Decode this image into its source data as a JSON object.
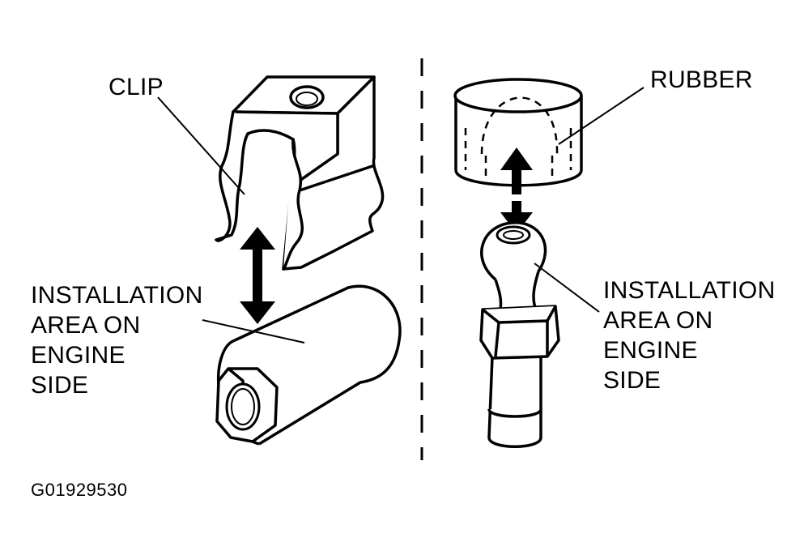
{
  "labels": {
    "clip": "CLIP",
    "rubber": "RUBBER",
    "left_installation": [
      "INSTALLATION",
      "AREA ON",
      "ENGINE",
      "SIDE"
    ],
    "right_installation": [
      "INSTALLATION",
      "AREA ON",
      "ENGINE",
      "SIDE"
    ],
    "figure_code": "G01929530"
  },
  "colors": {
    "ink": "#000000",
    "paper": "#ffffff"
  }
}
